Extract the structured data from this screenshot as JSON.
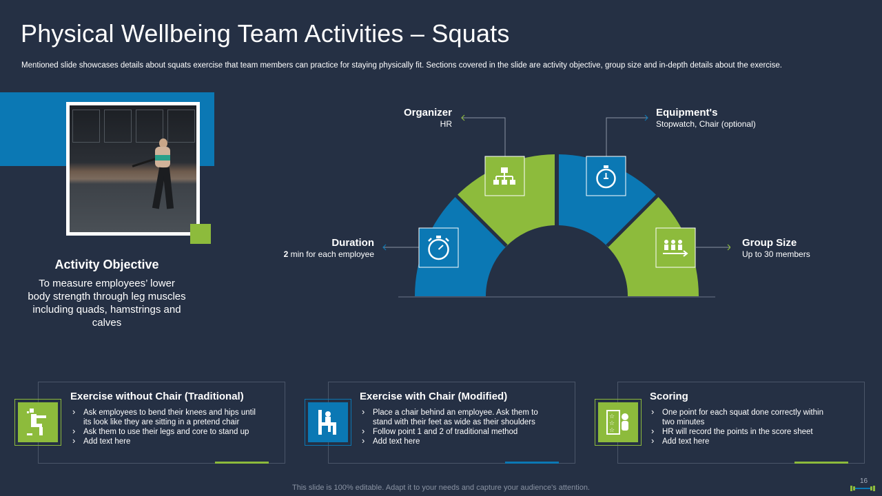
{
  "slide": {
    "title": "Physical Wellbeing Team Activities – Squats",
    "subtitle": "Mentioned slide showcases details about squats exercise that team members can practice for staying physically fit. Sections covered in the slide are activity objective, group size and in-depth details about the exercise."
  },
  "objective": {
    "title": "Activity Objective",
    "text": "To measure employees’ lower body strength through leg muscles including quads, hamstrings and calves"
  },
  "diagram": {
    "organizer": {
      "title": "Organizer",
      "value": "HR"
    },
    "equipments": {
      "title": "Equipment's",
      "value": "Stopwatch, Chair (optional)"
    },
    "duration": {
      "title": "Duration",
      "value_bold": "2",
      "value_rest": " min for each employee"
    },
    "group_size": {
      "title": "Group Size",
      "value": "Up to 30 members"
    }
  },
  "cards": [
    {
      "title": "Exercise without Chair (Traditional)",
      "items": [
        "Ask employees to bend their knees and hips until its look like they are sitting in a pretend chair",
        "Ask them to use their legs and core to stand up",
        "Add text here"
      ],
      "icon": "squat-person-icon"
    },
    {
      "title": "Exercise with Chair (Modified)",
      "items": [
        "Place a chair behind an employee. Ask them to stand with their feet as wide as their shoulders",
        "Follow point 1 and 2 of traditional method",
        "Add text here"
      ],
      "icon": "chair-icon"
    },
    {
      "title": "Scoring",
      "items": [
        "One point for each squat done correctly within two minutes",
        "HR will record the points in the score sheet",
        "Add text here"
      ],
      "icon": "score-sheet-icon"
    }
  ],
  "footer": {
    "note": "This slide is 100% editable. Adapt it to your needs and capture your audience's attention.",
    "page": "16"
  },
  "colors": {
    "background": "#253044",
    "blue": "#0b78b4",
    "green": "#8dbb3c",
    "line": "#4b5669"
  }
}
